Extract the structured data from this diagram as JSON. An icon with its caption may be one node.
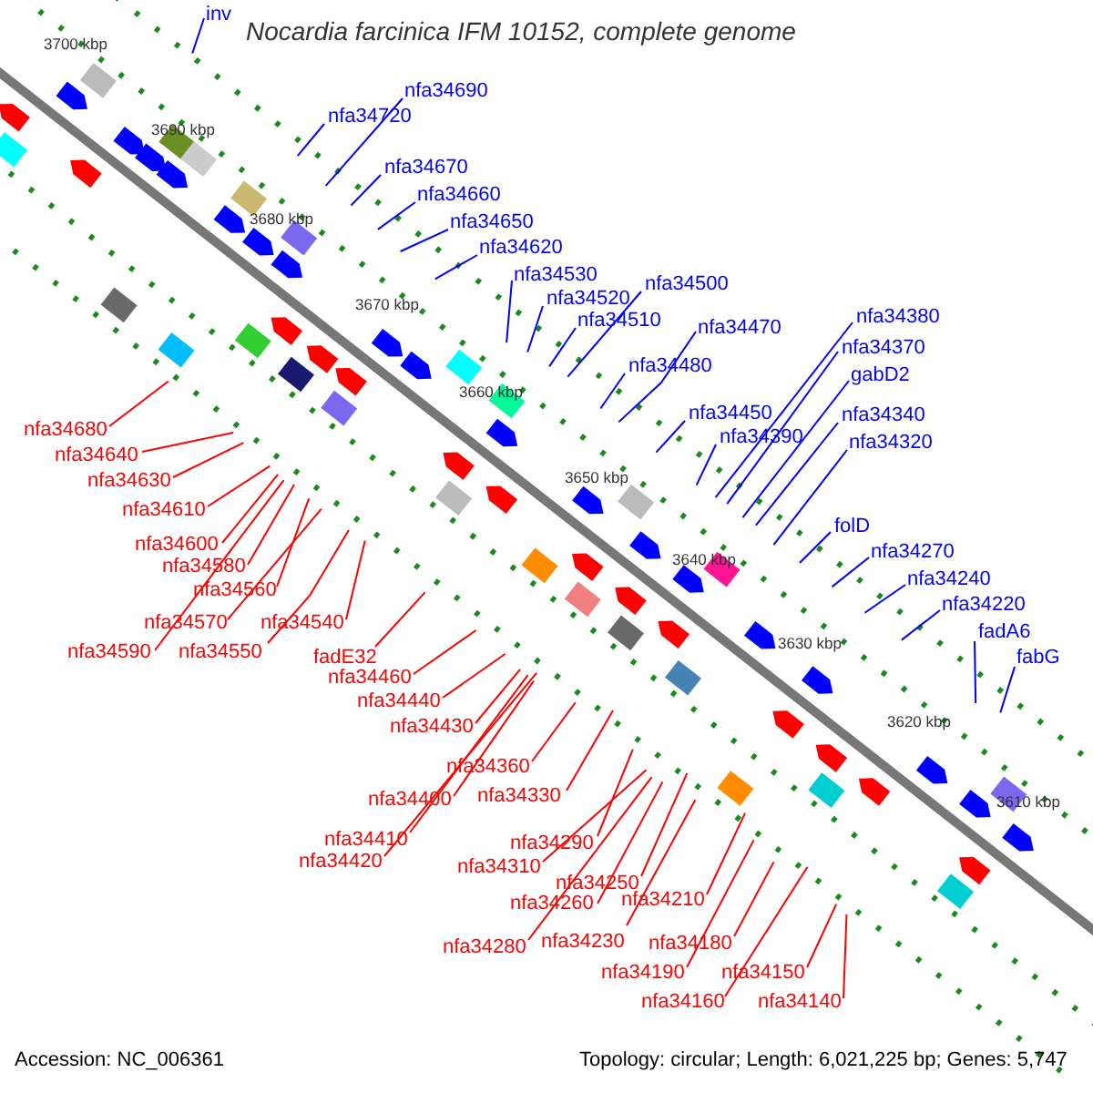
{
  "diagram": {
    "title": "Nocardia farcinica IFM 10152, complete genome",
    "nodes": [
      {
        "text": [
          "inv"
        ]
      },
      {
        "text": [
          "nfa34690"
        ]
      },
      {
        "text": [
          "nfa34720"
        ]
      },
      {
        "text": [
          "nfa34670"
        ]
      },
      {
        "text": [
          "nfa34660"
        ]
      },
      {
        "text": [
          "nfa34650"
        ]
      },
      {
        "text": [
          "nfa34620"
        ]
      },
      {
        "text": [
          "nfa34530"
        ]
      },
      {
        "text": [
          "nfa34520"
        ]
      },
      {
        "text": [
          "nfa34510"
        ]
      },
      {
        "text": [
          "nfa34500"
        ]
      },
      {
        "text": [
          "nfa34480"
        ]
      },
      {
        "text": [
          "nfa34470"
        ]
      },
      {
        "text": [
          "nfa34450"
        ]
      },
      {
        "text": [
          "nfa34390"
        ]
      },
      {
        "text": [
          "nfa34380"
        ]
      },
      {
        "text": [
          "nfa34370"
        ]
      },
      {
        "text": [
          "gabD2"
        ]
      },
      {
        "text": [
          "nfa34340"
        ]
      },
      {
        "text": [
          "nfa34320"
        ]
      },
      {
        "text": [
          "folD"
        ]
      },
      {
        "text": [
          "nfa34270"
        ]
      },
      {
        "text": [
          "nfa34240"
        ]
      },
      {
        "text": [
          "nfa34220"
        ]
      },
      {
        "text": [
          "fadA6"
        ]
      },
      {
        "text": [
          "fabG"
        ]
      },
      {
        "text": [
          "nfa34680"
        ]
      },
      {
        "text": [
          "nfa34640"
        ]
      },
      {
        "text": [
          "nfa34630"
        ]
      },
      {
        "text": [
          "nfa34610"
        ]
      },
      {
        "text": [
          "nfa34600"
        ]
      },
      {
        "text": [
          "nfa34580"
        ]
      },
      {
        "text": [
          "nfa34560"
        ]
      },
      {
        "text": [
          "nfa34570"
        ]
      },
      {
        "text": [
          "nfa34540"
        ]
      },
      {
        "text": [
          "nfa34590"
        ]
      },
      {
        "text": [
          "nfa34550"
        ]
      },
      {
        "text": [
          "fadE32"
        ]
      },
      {
        "text": [
          "nfa34460"
        ]
      },
      {
        "text": [
          "nfa34440"
        ]
      },
      {
        "text": [
          "nfa34430"
        ]
      },
      {
        "text": [
          "nfa34360"
        ]
      },
      {
        "text": [
          "nfa34400"
        ]
      },
      {
        "text": [
          "nfa34330"
        ]
      },
      {
        "text": [
          "nfa34410"
        ]
      },
      {
        "text": [
          "nfa34420"
        ]
      },
      {
        "text": [
          "nfa34290"
        ]
      },
      {
        "text": [
          "nfa34310"
        ]
      },
      {
        "text": [
          "nfa34250"
        ]
      },
      {
        "text": [
          "nfa34260"
        ]
      },
      {
        "text": [
          "nfa34230"
        ]
      },
      {
        "text": [
          "nfa34210"
        ]
      },
      {
        "text": [
          "nfa34280"
        ]
      },
      {
        "text": [
          "nfa34180"
        ]
      },
      {
        "text": [
          "nfa34190"
        ]
      },
      {
        "text": [
          "nfa34150"
        ]
      },
      {
        "text": [
          "nfa34160"
        ]
      },
      {
        "text": [
          "nfa34140"
        ]
      }
    ],
    "edges": [
      {
        "from": 0,
        "to": null,
        "arrow": "none",
        "color": "#0000ff"
      },
      {
        "from": 1,
        "to": null,
        "arrow": "none",
        "color": "#0000ff"
      },
      {
        "from": 2,
        "to": null,
        "arrow": "none",
        "color": "#0000ff"
      },
      {
        "from": 3,
        "to": null,
        "arrow": "none",
        "color": "#0000ff"
      },
      {
        "from": 4,
        "to": null,
        "arrow": "none",
        "color": "#0000ff"
      },
      {
        "from": 5,
        "to": null,
        "arrow": "none",
        "color": "#0000ff"
      },
      {
        "from": 6,
        "to": null,
        "arrow": "none",
        "color": "#0000ff"
      },
      {
        "from": 7,
        "to": null,
        "arrow": "none",
        "color": "#0000ff"
      },
      {
        "from": 8,
        "to": null,
        "arrow": "none",
        "color": "#0000ff"
      },
      {
        "from": 9,
        "to": null,
        "arrow": "none",
        "color": "#0000ff"
      },
      {
        "from": 10,
        "to": null,
        "arrow": "none",
        "color": "#0000ff"
      },
      {
        "from": 11,
        "to": null,
        "arrow": "none",
        "color": "#0000ff"
      },
      {
        "from": 12,
        "to": null,
        "arrow": "none",
        "color": "#0000ff"
      },
      {
        "from": 13,
        "to": null,
        "arrow": "none",
        "color": "#0000ff"
      },
      {
        "from": 14,
        "to": null,
        "arrow": "none",
        "color": "#0000ff"
      },
      {
        "from": 15,
        "to": null,
        "arrow": "none",
        "color": "#0000ff"
      },
      {
        "from": 16,
        "to": null,
        "arrow": "none",
        "color": "#0000ff"
      },
      {
        "from": 17,
        "to": null,
        "arrow": "none",
        "color": "#0000ff"
      },
      {
        "from": 18,
        "to": null,
        "arrow": "none",
        "color": "#0000ff"
      },
      {
        "from": 19,
        "to": null,
        "arrow": "none",
        "color": "#0000ff"
      },
      {
        "from": 20,
        "to": null,
        "arrow": "none",
        "color": "#0000ff"
      },
      {
        "from": 21,
        "to": null,
        "arrow": "none",
        "color": "#0000ff"
      },
      {
        "from": 22,
        "to": null,
        "arrow": "none",
        "color": "#0000ff"
      },
      {
        "from": 23,
        "to": null,
        "arrow": "none",
        "color": "#0000ff"
      },
      {
        "from": 24,
        "to": null,
        "arrow": "none",
        "color": "#0000ff"
      },
      {
        "from": 25,
        "to": null,
        "arrow": "none",
        "color": "#0000ff"
      },
      {
        "from": 26,
        "to": null,
        "arrow": "none"
      },
      {
        "from": 27,
        "to": null,
        "arrow": "none"
      },
      {
        "from": 28,
        "to": null,
        "arrow": "none"
      },
      {
        "from": 29,
        "to": null,
        "arrow": "none"
      },
      {
        "from": 30,
        "to": null,
        "arrow": "none"
      },
      {
        "from": 31,
        "to": null,
        "arrow": "none"
      },
      {
        "from": 32,
        "to": null,
        "arrow": "none"
      },
      {
        "from": 33,
        "to": null,
        "arrow": "none"
      },
      {
        "from": 34,
        "to": null,
        "arrow": "none"
      },
      {
        "from": 35,
        "to": null,
        "arrow": "none"
      },
      {
        "from": 36,
        "to": null,
        "arrow": "none"
      },
      {
        "from": 37,
        "to": null,
        "arrow": "none"
      },
      {
        "from": 38,
        "to": null,
        "arrow": "none"
      },
      {
        "from": 39,
        "to": null,
        "arrow": "none"
      },
      {
        "from": 40,
        "to": null,
        "arrow": "none"
      },
      {
        "from": 41,
        "to": null,
        "arrow": "none"
      },
      {
        "from": 42,
        "to": null,
        "arrow": "none"
      },
      {
        "from": 43,
        "to": null,
        "arrow": "none"
      },
      {
        "from": 44,
        "to": null,
        "arrow": "none"
      },
      {
        "from": 45,
        "to": null,
        "arrow": "none"
      },
      {
        "from": 46,
        "to": null,
        "arrow": "none"
      },
      {
        "from": 47,
        "to": null,
        "arrow": "none"
      },
      {
        "from": 48,
        "to": null,
        "arrow": "none"
      },
      {
        "from": 49,
        "to": null,
        "arrow": "none"
      },
      {
        "from": 50,
        "to": null,
        "arrow": "none"
      },
      {
        "from": 51,
        "to": null,
        "arrow": "none"
      },
      {
        "from": 52,
        "to": null,
        "arrow": "none"
      },
      {
        "from": 53,
        "to": null,
        "arrow": "none"
      },
      {
        "from": 54,
        "to": null,
        "arrow": "none"
      },
      {
        "from": 55,
        "to": null,
        "arrow": "none"
      },
      {
        "from": 56,
        "to": null,
        "arrow": "none"
      },
      {
        "from": 57,
        "to": null,
        "arrow": "none"
      }
    ],
    "labels": [
      "3700 kbp",
      "3690 kbp",
      "3680 kbp",
      "3670 kbp",
      "3660 kbp",
      "3650 kbp",
      "3640 kbp",
      "3630 kbp",
      "3620 kbp",
      "3610 kbp",
      "Accession: NC_006361",
      "Topology: circular; Length: 6,021,225 bp; Genes: 5,747"
    ]
  }
}
